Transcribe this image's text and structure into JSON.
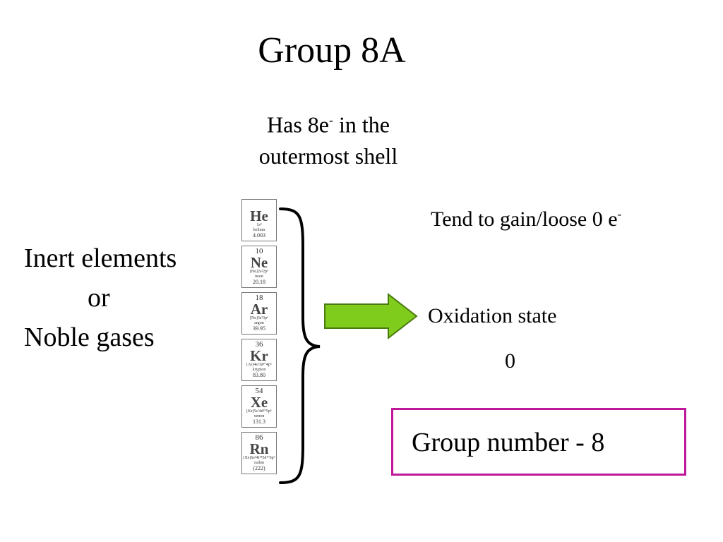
{
  "title": "Group 8A",
  "subtitle": {
    "line1_pre": "Has 8e",
    "line1_sup": "-",
    "line1_post": " in the",
    "line2": "outermost shell"
  },
  "left_label": {
    "line1": "Inert elements",
    "line2": "or",
    "line3": "Noble gases"
  },
  "tend": {
    "text": "Tend to gain/loose 0 e",
    "sup": "-"
  },
  "oxidation": {
    "label": "Oxidation state",
    "value": "0"
  },
  "group_number": "Group number - 8",
  "colors": {
    "arrow_fill": "#7fcc1c",
    "arrow_stroke": "#4a7a10",
    "box_border": "#c0189a"
  },
  "elements": [
    {
      "number": "",
      "symbol": "He",
      "config": "1s²",
      "name": "helium",
      "mass": "4.003"
    },
    {
      "number": "10",
      "symbol": "Ne",
      "config": "[He]2s²2p⁶",
      "name": "neon",
      "mass": "20.18"
    },
    {
      "number": "18",
      "symbol": "Ar",
      "config": "[Ne]3s²3p⁶",
      "name": "argon",
      "mass": "39.95"
    },
    {
      "number": "36",
      "symbol": "Kr",
      "config": "[Ar]4s²3d¹⁰4p⁶",
      "name": "krypton",
      "mass": "83.80"
    },
    {
      "number": "54",
      "symbol": "Xe",
      "config": "[Kr]5s²4d¹⁰5p⁶",
      "name": "xenon",
      "mass": "131.3"
    },
    {
      "number": "86",
      "symbol": "Rn",
      "config": "[Xe]6s²4f¹⁴5d¹⁰6p⁶",
      "name": "radon",
      "mass": "(222)"
    }
  ]
}
